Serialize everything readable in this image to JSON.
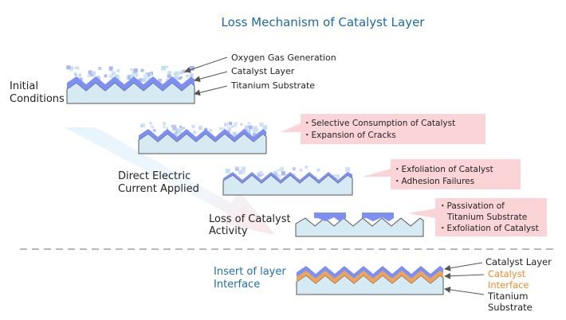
{
  "title": "Loss Mechanism of Catalyst Layer",
  "stages": {
    "initial": {
      "label_line1": "Initial",
      "label_line2": "Conditions"
    },
    "applied": {
      "label_line1": "Direct Electric",
      "label_line2": "Current Applied"
    },
    "loss": {
      "label_line1": "Loss of Catalyst",
      "label_line2": "Activity"
    }
  },
  "legend_top": {
    "oxygen": "Oxygen Gas Generation",
    "catalyst": "Catalyst Layer",
    "titanium": "Titanium Substrate"
  },
  "callouts": {
    "c1": {
      "line1": "・Selective Consumption of Catalyst",
      "line2": "・Expansion of Cracks"
    },
    "c2": {
      "line1": "・Exfoliation of Catalyst",
      "line2": "・Adhesion Failures"
    },
    "c3": {
      "line1": "・Passivation of",
      "line2": "Titanium Substrate",
      "line3": "・Exfoliation of Catalyst"
    }
  },
  "insert": {
    "label_line1": "Insert of layer",
    "label_line2": "Interface",
    "catalyst_layer": "Catalyst Layer",
    "interface_line1": "Catalyst",
    "interface_line2": "Interface",
    "titanium_line1": "Titanium",
    "titanium_line2": "Substrate"
  },
  "colors": {
    "title": "#1a6aa8",
    "catalyst": "#7d8ff2",
    "substrate": "#d6eaf4",
    "interface": "#f0a350",
    "interface_text": "#f08a2a",
    "callout_bg": "#fbd4d8",
    "arrow_bg": "#d9eef8",
    "insert_text": "#1f6fb0",
    "dash": "#b8b8b8"
  }
}
